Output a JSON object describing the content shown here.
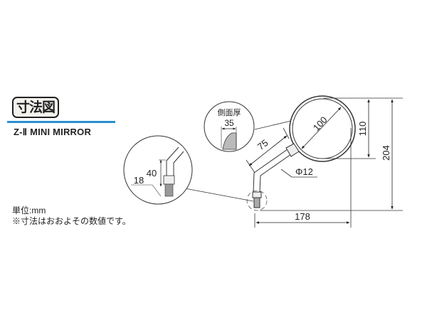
{
  "header": {
    "title": "寸法図",
    "model_name": "Z-Ⅱ MINI MIRROR",
    "accent_color": "#2a8fd0"
  },
  "notes": {
    "unit": "単位:mm",
    "disclaimer": "※寸法はおおよその数値です。"
  },
  "dimensions": {
    "mirror_diameter": "100",
    "mirror_height": "110",
    "total_height": "204",
    "total_width": "178",
    "arm_length": "75",
    "arm_diameter": "Φ12",
    "side_thickness_label": "側面厚",
    "side_thickness": "35",
    "base_height": "40",
    "base_thread": "18"
  }
}
